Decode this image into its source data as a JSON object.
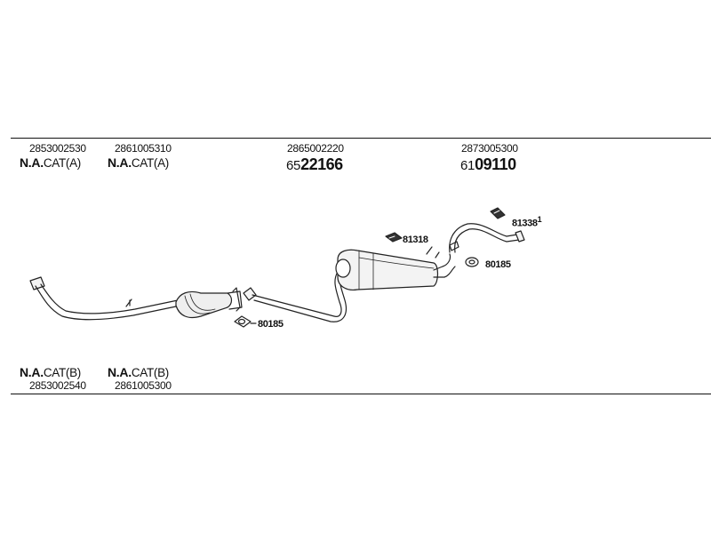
{
  "top_parts": [
    {
      "part_number": "2853002530",
      "label_bold": "N.A.",
      "label_rest": "CAT(A)"
    },
    {
      "part_number": "2861005310",
      "label_bold": "N.A.",
      "label_rest": "CAT(A)"
    },
    {
      "part_number": "2865002220",
      "code_prefix": "65",
      "code_main": "22166"
    },
    {
      "part_number": "2873005300",
      "code_prefix": "61",
      "code_main": "09110"
    }
  ],
  "bottom_parts": [
    {
      "part_number": "2853002540",
      "label_bold": "N.A.",
      "label_rest": "CAT(B)"
    },
    {
      "part_number": "2861005300",
      "label_bold": "N.A.",
      "label_rest": "CAT(B)"
    }
  ],
  "callouts": {
    "gasket_front": "80185",
    "gasket_rear": "80185",
    "rubber_mount_mid": "81318",
    "rubber_mount_rear": "81338",
    "rubber_mount_rear_suffix": "1"
  }
}
